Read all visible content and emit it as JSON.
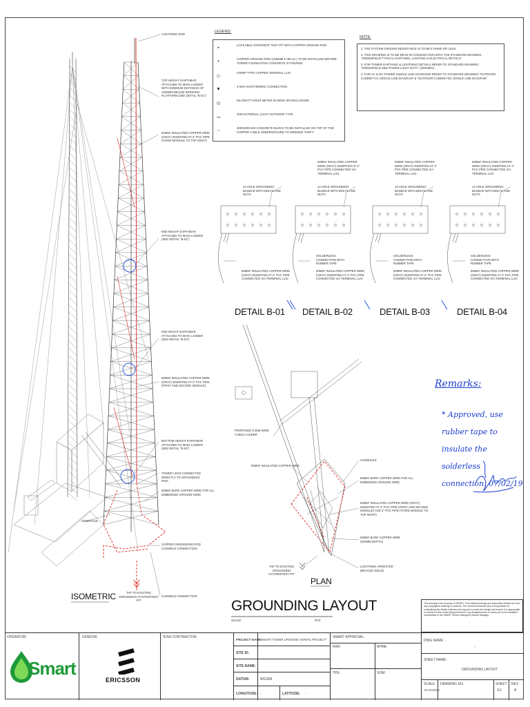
{
  "drawing": {
    "title": "GROUNDING LAYOUT",
    "scale_label": "SCALE:",
    "scale_value": "NTS",
    "views": {
      "isometric": "ISOMETRIC",
      "plan": "PLAN"
    },
    "details": [
      "DETAIL B-01",
      "DETAIL B-02",
      "DETAIL B-03",
      "DETAIL B-04"
    ]
  },
  "legend": {
    "title": "LEGEND:",
    "items": [
      {
        "symbol": "▪",
        "text": "LOCKABLE CONCRETE TEST PIT WITH COPPER GROUND ROD"
      },
      {
        "symbol": "•",
        "text": "COPPER GROUND ROD (16mmØ X 3m LG.) TO BE INSTALLED BEFORE TOWER FOUNDATION CONCRETE IS POURED"
      },
      {
        "symbol": "◇",
        "text": "CRIMP TYPE COPPER TERMINAL LUG"
      },
      {
        "symbol": "▼",
        "text": "3-WAY EXOTHERMIC CONNECTION"
      },
      {
        "symbol": "⊙",
        "text": "KILOWATT-HOUR METER IN NEMA 3R ENCLOSURE"
      },
      {
        "symbol": "⊸",
        "text": "20W EXTERNAL LIGHT OUTDOOR TYPE"
      },
      {
        "symbol": "▫",
        "text": "300X300X100 CONCRETE BLOCK TO BE INSTALLED ON TOP OF THE COPPER CABLE UNDERGROUND TO MINIMIZE THEFT."
      }
    ]
  },
  "notes": {
    "title": "NOTE:",
    "items": [
      "1. THE SYSTEM GROUND RESISTANCE IS TO BE 5 OHMS OR LESS.",
      "2. THIS DRAWING IS TO BE READ IN CONJUNCTION WITH THE STANDARD DRAWING \"GREENFIELD-TYPICAL EARTHING, LIGHTING & ELECTRICAL DETAILS\".",
      "3. FOR TOWER EARTHING & LIGHTNING DETAILS REFER TO STANDARD DRAWING \"GREENFIELD-45m TOWER LIGHT DUTY\" (200km/h).",
      "4. FOR AC & DC POWER SINGLE LINE DIAGRAMS REFER TO STANDARD DRAWING \"OUTDOOR CABINET-AC SINGLE LINE DIAGRAM\" & \"OUTDOOR CABINET-DC SINGLE LINE DIAGRAM\"."
    ]
  },
  "isometric_labels": {
    "lightning_rod": "LIGHTNING ROD",
    "top_earthbar": "TOP HEIGHT EARTHBAR ATTACHED TO MAIN LADDER WITH MINIMUM DISTANCE OF 1000mm BELOW WORKING PLATFORM (SEE DETAIL \"B-01\")",
    "wire_top": "50mm² INSULATED COPPER WIRE (GRAY) INSERTED AT 2\" PVC PIPE (THIRD MODULE TO TOP MOST)",
    "mid_earthbar_1": "MID HEIGHT EARTHBAR ATTACHED TO MAIN LADDER (SEE DETAIL \"B-02\")",
    "mid_earthbar_2": "MID HEIGHT EARTHBAR ATTACHED TO MAIN LADDER (SEE DETAIL \"B-03\")",
    "wire_low": "50mm² INSULATED COPPER WIRE (GRAY) INSERTED AT 2\" PVC PIPE (FIRST AND SECOND MODULE)",
    "bottom_earthbar": "BOTTOM HEIGHT EARTHBAR ATTACHED TO MAIN LADDER (SEE DETAIL \"B-04\")",
    "tower_legs": "TOWER LEGS CONNECTED DIRECTLY TO GROUNDING ROD",
    "bare_wire": "50mm² BARE COPPER WIRE FOR ALL EMBEDDED GROUND WIRE",
    "handhole": "HANDHOLE",
    "copper_rod": "COPPER GROUNDING ROD CADWELD CONNECTION",
    "tap_existing": "TAP TO EXISTING GROUNDING SYSTEM/TEST PIT",
    "cadweld": "CADWELD CONNECTION"
  },
  "detail_labels": {
    "busbar": "12 HOLE GROUNDING BUSBAR WITH BOLTS AND NUTS",
    "wire_terminal": "50mm² INSULATED COPPER WIRE (GRAY) INSERTED AT 2\" PVC PIPE CONNECTED VIA TERMINAL LUG",
    "solderless": "SOLDERLESS CONNECTION WITH RUBBER TAPE"
  },
  "plan_labels": {
    "cable_ladder": "PROPOSED 0.30m WIDE CABLE LADDER",
    "wire": "50mm² INSULATED COPPER WIRE",
    "handhole": "HANDHOLE",
    "bare_wire": "50mm² BARE COPPER WIRE FOR ALL EMBEDDED GROUND WIRE",
    "insulated": "50mm² INSULATED COPPER WIRE (GRAY) INSERTED AT 2\" PVC PIPE (FIRST AND SECOND MODULE) AND 2\" PVC PIPE (THIRD MODULE TO TOP MOST)",
    "bare_600": "50mm² BARE COPPER WIRE (600mm DEPTH)",
    "arrester": "LIGHTNING ARRESTER (BRACED WELD)",
    "tap": "TAP TO EXISTING GROUNDING SYSTEM/TEST PIT"
  },
  "remarks": {
    "title": "Remarks:",
    "body": "* Approved, use rubber tape to insulate the solderless connection. 07/02/19"
  },
  "disclaimer": "This drawing is the property of SMART. The individual design and associated details are from any copyrighted drawings or patents. The Vendor/Contractor also is responsible for undertaking the details indicated are required to verify the design and ensure it is appropriate or relevant at the works being performed. Any disagreements or issues are to be escalated immediately to the SMART Vendor Manager/Contract Manager.",
  "title_block": {
    "operator": "OPERATOR:",
    "operator_name": "Smart",
    "vendor": "VENDOR:",
    "vendor_name": "ERICSSON",
    "sow_contractor": "SOW CONTRACTOR:",
    "project_name_label": "PROJECT NAME:",
    "project_name": "\"SMART TOWER UPGRADE VERIFIC PROJECT\"",
    "site_id_label": "SITE ID:",
    "site_id": "",
    "site_name_label": "SITE NAME:",
    "site_name": "",
    "datum_label": "DATUM:",
    "datum": "WGS84",
    "longitude_label": "LONGITUDE:",
    "longitude": "-",
    "latitude_label": "LATITUDE:",
    "latitude": "-",
    "smart_approval": "SMART APPROVAL:",
    "rad_label": "RAD:",
    "apme_label": "APME:",
    "tpe_label": "TPE:",
    "som_label": "SOM:",
    "dwg_name_label": "DWG NAME :",
    "dwg_name": "-",
    "sheet_name_label": "SHEET NAME :",
    "sheet_name": "GROUNDING LAYOUT",
    "scale_label": "SCALE",
    "scale_value": "AS SHOWN",
    "drawing_no_label": "DRAWING No.",
    "sheet_label": "SHEET",
    "sheet_value": "E1",
    "rev_label": "REV",
    "rev_value": "A"
  }
}
